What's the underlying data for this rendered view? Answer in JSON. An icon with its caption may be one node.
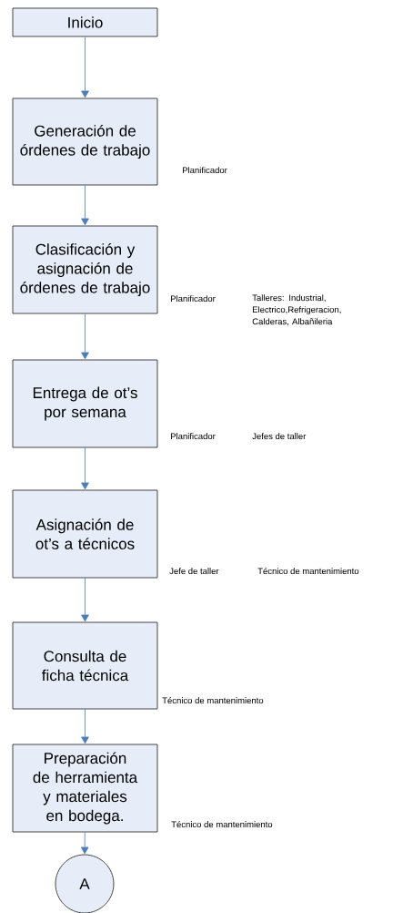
{
  "diagram": {
    "nodes": [
      {
        "text": [
          "Inicio"
        ]
      },
      {
        "text": [
          "Generación de órdenes de trabajo"
        ],
        "beside": [
          "Planificador"
        ]
      },
      {
        "text": [
          "Clasificación y asignación de órdenes de trabajo"
        ],
        "beside": [
          "Planificador"
        ]
      },
      {
        "text": [
          "Entrega de ot’s por semana"
        ],
        "beside": [
          "Planificador"
        ]
      },
      {
        "text": [
          "Asignación de ot’s a técnicos"
        ],
        "beside": [
          "Jefe de taller"
        ]
      },
      {
        "text": [
          "Consulta de ficha técnica"
        ],
        "beside": [
          "Técnico de mantenimiento"
        ]
      },
      {
        "text": [
          "Preparación de herramienta y materiales en bodega."
        ],
        "beside": [
          "Técnico de mantenimiento"
        ]
      },
      {
        "text": [
          "A"
        ]
      }
    ],
    "edges": [
      {
        "from": 0,
        "to": 1,
        "arrow": "to"
      },
      {
        "from": 1,
        "to": 2,
        "arrow": "to"
      },
      {
        "from": 2,
        "to": 3,
        "arrow": "to"
      },
      {
        "from": 3,
        "to": 4,
        "arrow": "to"
      },
      {
        "from": 4,
        "to": 5,
        "arrow": "to"
      },
      {
        "from": 5,
        "to": 6,
        "arrow": "to"
      },
      {
        "from": 6,
        "to": 7,
        "arrow": "to"
      }
    ],
    "labels": [
      "Talleres: Industrial, Electrico,Refrigeracion, Calderas, Albañileria",
      "Jefes de taller",
      "Técnico de mantenimiento"
    ]
  }
}
